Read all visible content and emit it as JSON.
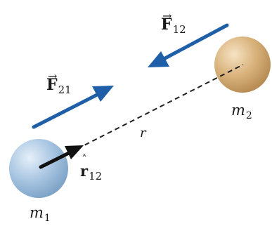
{
  "colors": {
    "force_arrow": "#1f5fa8",
    "mass1_fill": "#a9c6e2",
    "mass2_fill": "#d9b27c",
    "unit_arrow": "#111111",
    "separation_line": "#222222"
  },
  "labels": {
    "force_12": {
      "arrow": "→",
      "symbol": "F",
      "subscript": "12"
    },
    "force_21": {
      "arrow": "→",
      "symbol": "F",
      "subscript": "21"
    },
    "unit_vector": {
      "hat": "ˆ",
      "symbol": "r",
      "subscript": "12"
    },
    "mass_1": {
      "symbol": "m",
      "subscript": "1"
    },
    "mass_2": {
      "symbol": "m",
      "subscript": "2"
    },
    "separation": "r"
  }
}
